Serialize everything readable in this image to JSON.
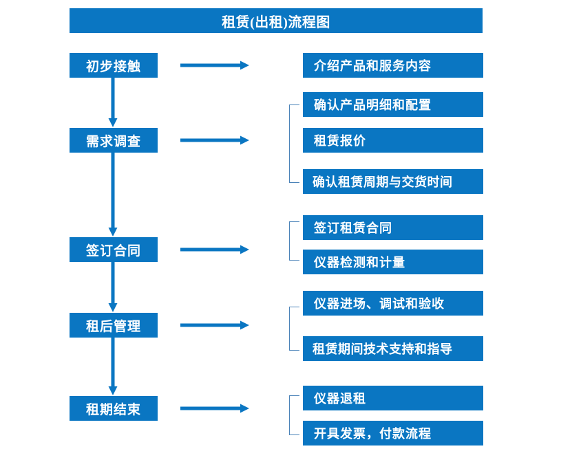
{
  "diagram": {
    "title": "租赁(出租)流程图",
    "colors": {
      "box_fill": "#0a76c2",
      "box_text": "#ffffff",
      "arrow": "#0a76c2",
      "bracket": "#4a82b8",
      "background": "#ffffff"
    },
    "stages": [
      {
        "label": "初步接触"
      },
      {
        "label": "需求调查"
      },
      {
        "label": "签订合同"
      },
      {
        "label": "租后管理"
      },
      {
        "label": "租期结束"
      }
    ],
    "details": [
      {
        "label": "介绍产品和服务内容"
      },
      {
        "label": "确认产品明细和配置"
      },
      {
        "label": "租赁报价"
      },
      {
        "label": "确认租赁周期与交货时间"
      },
      {
        "label": "签订租赁合同"
      },
      {
        "label": "仪器检测和计量"
      },
      {
        "label": "仪器进场、调试和验收"
      },
      {
        "label": "租赁期间技术支持和指导"
      },
      {
        "label": "仪器退租"
      },
      {
        "label": "开具发票，付款流程"
      }
    ],
    "brackets": [
      {
        "group": "需求调查"
      },
      {
        "group": "签订合同"
      },
      {
        "group": "租后管理"
      },
      {
        "group": "租期结束"
      }
    ],
    "connectors": {
      "horizontal_arrow_count": 5,
      "vertical_arrow_count": 4
    }
  }
}
